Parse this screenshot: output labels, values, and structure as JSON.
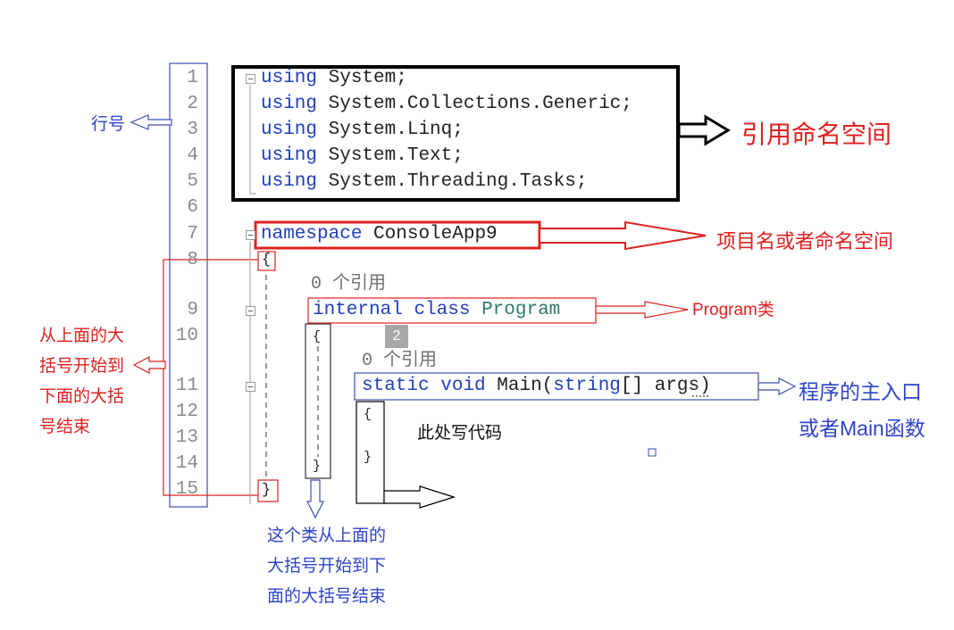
{
  "line_numbers": [
    "1",
    "2",
    "3",
    "4",
    "5",
    "6",
    "7",
    "8",
    "9",
    "10",
    "11",
    "12",
    "13",
    "14",
    "15"
  ],
  "code": {
    "using_kw": "using",
    "using_lines": [
      "System;",
      "System.Collections.Generic;",
      "System.Linq;",
      "System.Text;",
      "System.Threading.Tasks;"
    ],
    "namespace_kw": "namespace",
    "namespace_name": "ConsoleApp9",
    "open_brace": "{",
    "close_brace": "}",
    "class_refs": "0 个引用",
    "class_mod": "internal",
    "class_kw": "class",
    "class_name": "Program",
    "badge": "2",
    "main_refs": "0 个引用",
    "main_static": "static",
    "main_void": "void",
    "main_name": "Main(",
    "main_string": "string",
    "main_rest": "[] args)"
  },
  "annotations": {
    "line_no": "行号",
    "using_ns": "引用命名空间",
    "project_ns": "项目名或者命名空间",
    "program_class": "Program类",
    "entry_line1": "程序的主入口",
    "entry_line2": "或者Main函数",
    "write_code": "此处写代码",
    "outer_brace": [
      "从上面的大",
      "括号开始到",
      "下面的大括",
      "号结束"
    ],
    "class_brace": [
      "这个类从上面的",
      "大括号开始到下",
      "面的大括号结束"
    ]
  },
  "colors": {
    "keyword": "#1f3fb8",
    "type": "#2b7a6f",
    "red_box": "#e02020",
    "blue_note": "#2e44c8"
  }
}
